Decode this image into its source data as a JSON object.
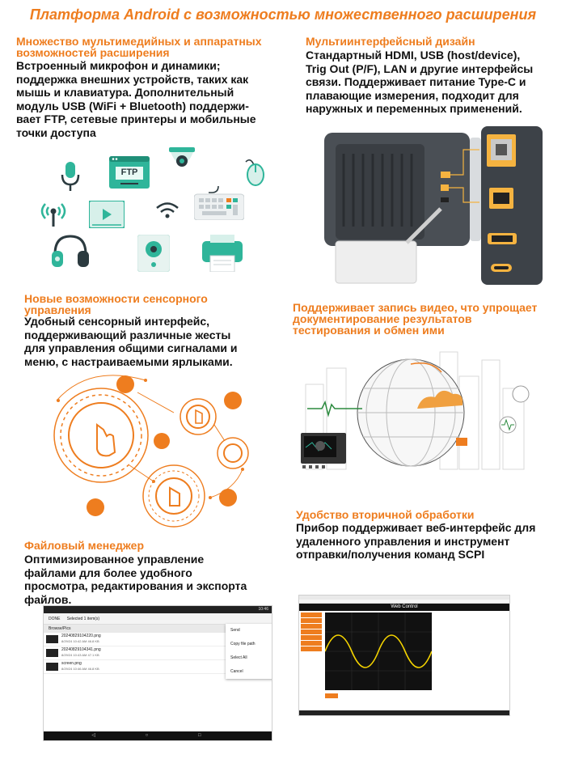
{
  "title": "Платформа Android с возможностью множественного расширения",
  "sections": {
    "multimedia": {
      "heading_line1": "Множество мультимедийных и аппаратных",
      "heading_line2": "возможностей расширения",
      "lines": [
        "Встроенный микрофон и динамики;",
        "поддержка внешних устройств, таких как",
        "мышь и клавиатура. Дополнительный",
        "модуль USB (WiFi + Bluetooth) поддержи-",
        "вает FTP, сетевые принтеры и мобильные",
        "точки доступа"
      ],
      "ftp_label": "FTP"
    },
    "interface": {
      "heading": "Мультиинтерфейсный дизайн",
      "lines": [
        "Стандартный HDMI, USB (host/device),",
        "Trig Out (P/F), LAN и другие интерфейсы",
        "связи. Поддерживает питание Type-C и",
        "плавающие измерения, подходит для",
        "наружных и переменных применений."
      ]
    },
    "touch": {
      "heading_line1": "Новые возможности сенсорного",
      "heading_line2": "управления",
      "lines": [
        "Удобный сенсорный интерфейс,",
        "поддерживающий различные жесты",
        "для управления общими сигналами и",
        "меню, с настраиваемыми ярлыками."
      ]
    },
    "video": {
      "heading_line1": "Поддерживает запись видео, что упрощает",
      "heading_line2": "документирование результатов",
      "heading_line3": "тестирования и обмен ими"
    },
    "files": {
      "heading": "Файловый менеджер",
      "lines": [
        "Оптимизированное управление",
        "файлами для более удобного",
        "просмотра, редактирования и экспорта",
        "файлов."
      ]
    },
    "processing": {
      "heading": "Удобство вторичной обработки",
      "lines": [
        "Прибор поддерживает веб-интерфейс для",
        "удаленного управления и инструмент",
        "отправки/получения команд SCPI"
      ]
    }
  },
  "file_manager": {
    "time": "10:46",
    "done": "DONE",
    "selected": "Selected 1 item(s)",
    "path": "Browse/Pics",
    "files": [
      {
        "name": "20240829104220.png",
        "meta": "8/29/24 10:42 AM    46.8 KB"
      },
      {
        "name": "20240829104341.png",
        "meta": "8/29/24 10:43 AM    47.1 KB"
      },
      {
        "name": "screen.png",
        "meta": "8/29/24 10:46 AM    46.8 KB"
      }
    ],
    "menu": [
      "Send",
      "Copy file path",
      "Select All",
      "Cancel"
    ],
    "nav": "◁ ○ □"
  },
  "web_control": {
    "title": "Web Control",
    "side_items": [
      "",
      "",
      "",
      "",
      "",
      "",
      ""
    ]
  },
  "colors": {
    "accent": "#ee7d1f",
    "icon_green": "#2fb59a",
    "icon_dark": "#2b3a3f"
  }
}
